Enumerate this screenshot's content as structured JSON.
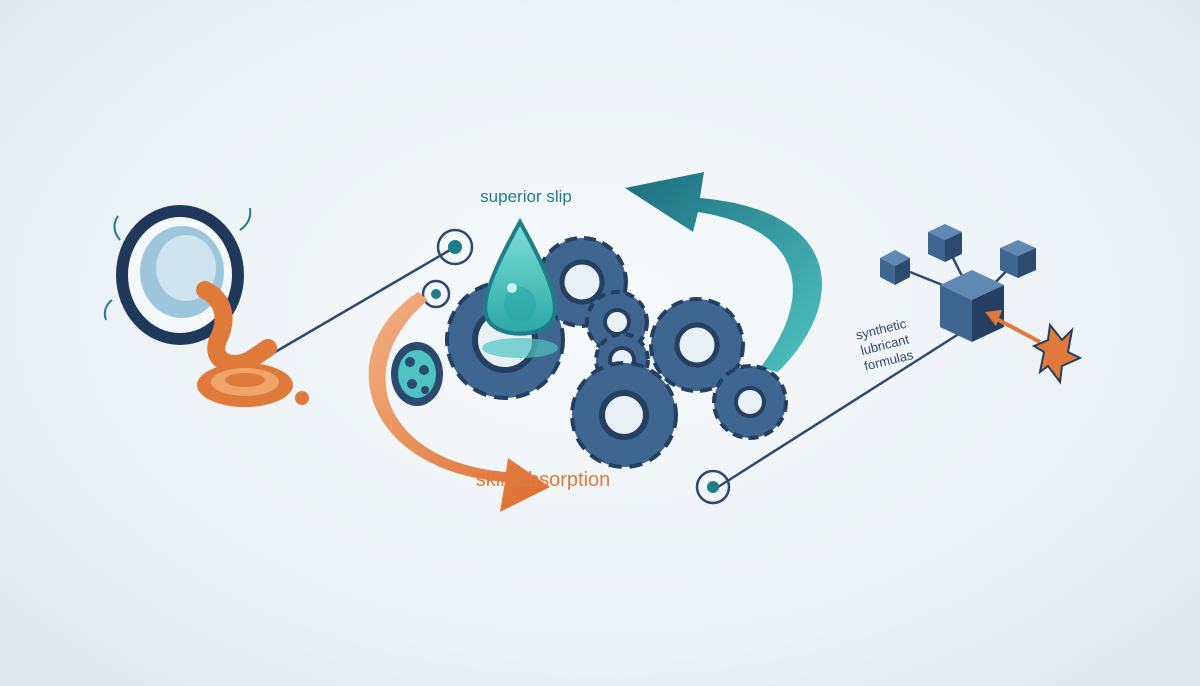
{
  "labels": {
    "superior_slip": "superior slip",
    "skin_absorption": "skin absorption",
    "synthetic_line1": "synthetic",
    "synthetic_line2": "lubricant",
    "synthetic_line3": "formulas"
  },
  "colors": {
    "teal": "#1f7d8a",
    "teal_light": "#4fc3c1",
    "orange": "#e0773a",
    "navy": "#2b4a6e",
    "gear": "#3f6690",
    "gear_dark": "#243f5f"
  },
  "icons": {
    "coconut": "coconut-oil-icon",
    "drop": "oil-drop-icon",
    "gears": "gears-icon",
    "cubes": "synthetic-cubes-icon",
    "particle": "particle-icon",
    "spark": "spark-icon"
  }
}
